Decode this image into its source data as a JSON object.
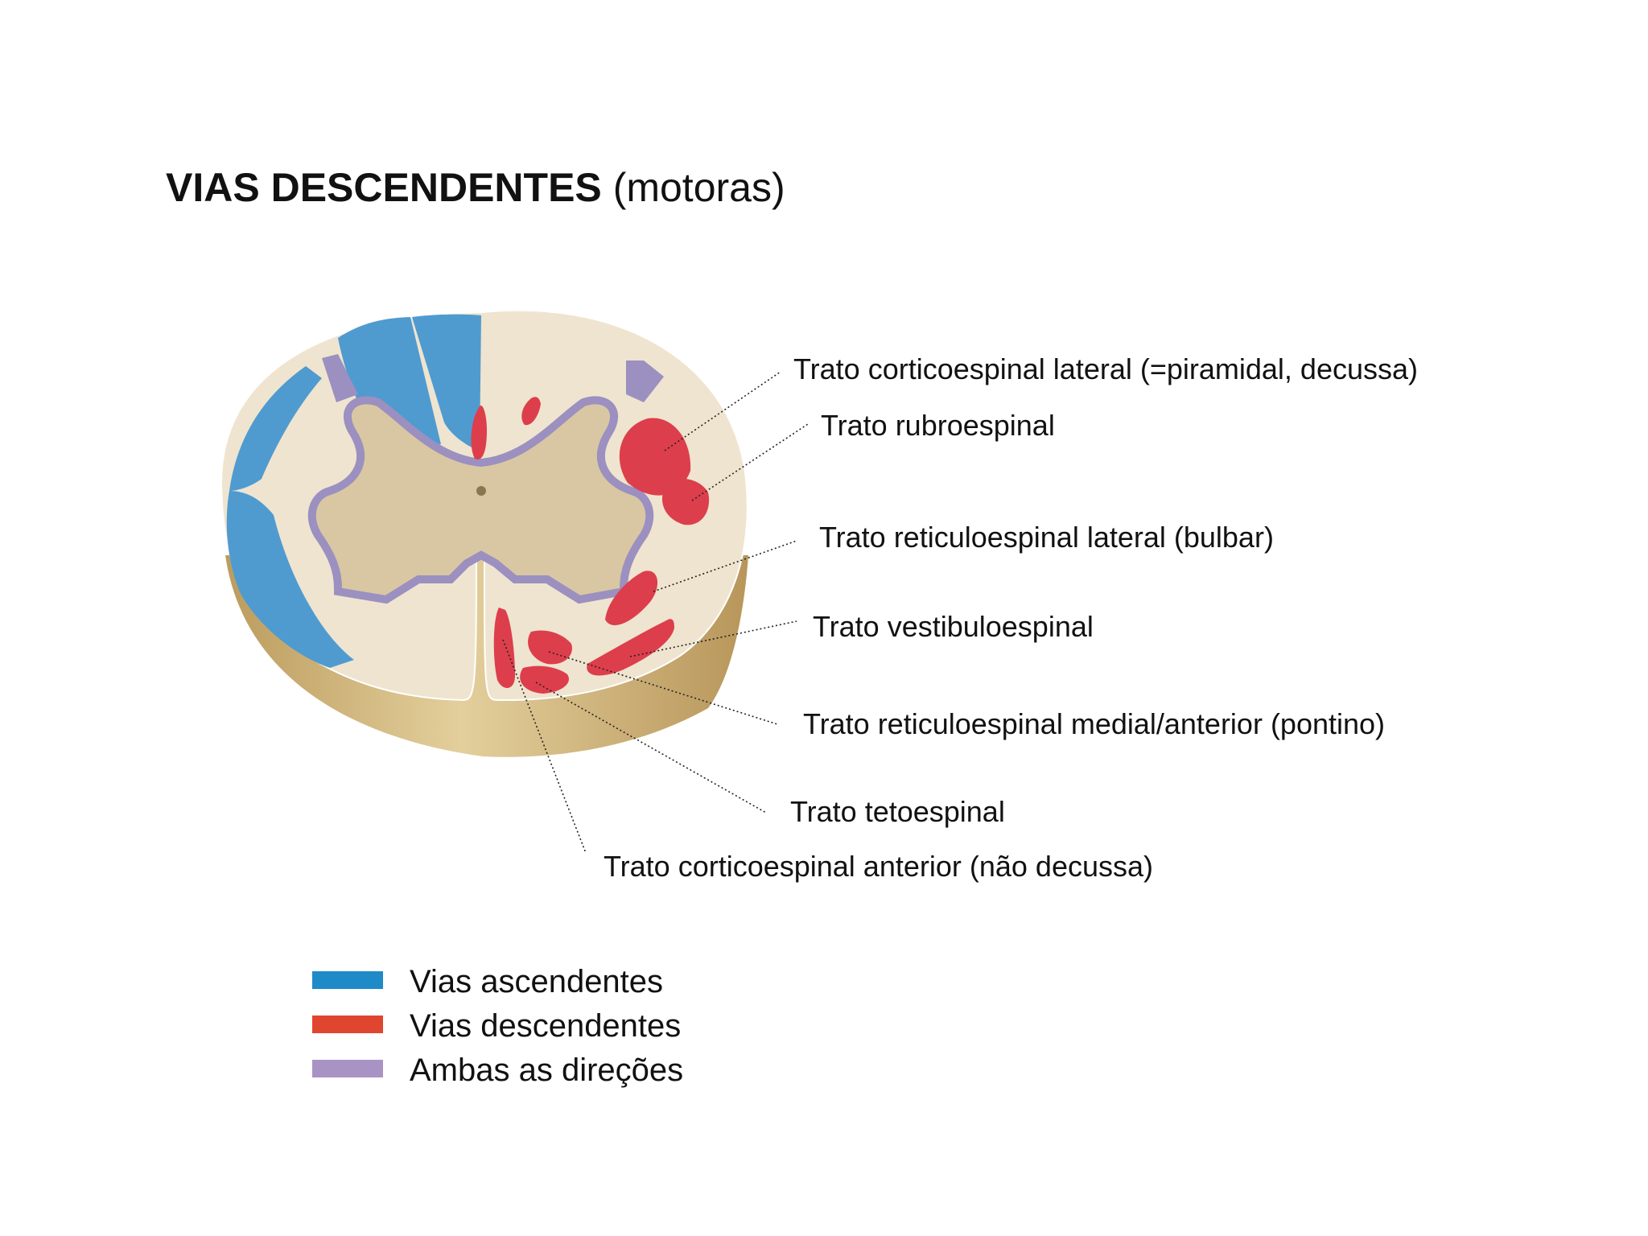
{
  "title": {
    "bold": "VIAS DESCENDENTES",
    "normal": "(motoras)"
  },
  "labels": {
    "corticoespinal_lateral": "Trato corticoespinal lateral (=piramidal, decussa)",
    "rubroespinal": "Trato rubroespinal",
    "reticuloespinal_lateral": "Trato reticuloespinal lateral (bulbar)",
    "vestibuloespinal": "Trato vestibuloespinal",
    "reticuloespinal_medial": "Trato reticuloespinal medial/anterior (pontino)",
    "tetoespinal": "Trato tetoespinal",
    "corticoespinal_anterior": "Trato corticoespinal anterior (não decussa)"
  },
  "legend": [
    {
      "label": "Vias ascendentes",
      "color": "#1f8ac8"
    },
    {
      "label": "Vias descendentes",
      "color": "#e0452f"
    },
    {
      "label": "Ambas as direções",
      "color": "#a993c4"
    }
  ],
  "colors": {
    "ascending": "#4f9bd0",
    "descending": "#dd3e4c",
    "both": "#9b90c0",
    "white_matter": "#efe4cf",
    "gray_matter": "#d8c7a2",
    "section_side": "#c8a86c"
  }
}
